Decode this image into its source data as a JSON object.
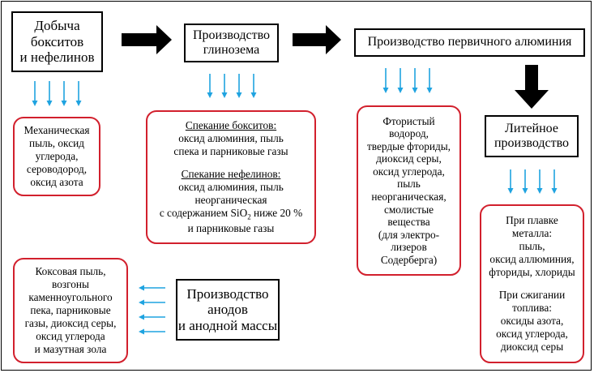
{
  "process_boxes": {
    "mining": [
      "Добыча",
      "бокситов",
      "и нефелинов"
    ],
    "alumina": [
      "Производство",
      "глинозема"
    ],
    "primary_aluminium": [
      "Производство первичного алюминия"
    ],
    "foundry": [
      "Литейное",
      "производство"
    ],
    "anodes": [
      "Производство",
      "анодов",
      "и анодной массы"
    ]
  },
  "emission_boxes": {
    "mining": [
      "Механическая",
      "пыль, оксид",
      "углерода,",
      "сероводород,",
      "оксид азота"
    ],
    "alumina": {
      "bauxite_heading": "Спекание бокситов:",
      "bauxite_lines": [
        "оксид алюминия, пыль",
        "спека и парниковые газы"
      ],
      "nepheline_heading": "Спекание нефелинов:",
      "nepheline_lines": [
        "оксид алюминия, пыль",
        "неорганическая"
      ],
      "sio2_prefix": "с содержанием SiO",
      "sio2_sub": "2",
      "sio2_suffix": " ниже 20 %",
      "last_line": "и парниковые газы"
    },
    "primary_aluminium": [
      "Фтористый",
      "водород,",
      "твердые фториды,",
      "диоксид серы,",
      "оксид углерода,",
      "пыль",
      "неорганическая,",
      "смолистые",
      "вещества",
      "(для электро-",
      "лизеров",
      "Содерберга)"
    ],
    "foundry": {
      "melting_lines": [
        "При плавке",
        "металла:",
        "пыль,",
        "оксид аллюминия,",
        "фториды, хлориды"
      ],
      "fuel_lines": [
        "При сжигании",
        "топлива:",
        "оксиды азота,",
        "оксид углерода,",
        "диоксид серы"
      ]
    },
    "anodes": [
      "Коксовая пыль,",
      "возгоны",
      "каменноугольного",
      "пека, парниковые",
      "газы, диоксид серы,",
      "оксид углерода",
      "и мазутная зола"
    ]
  },
  "colors": {
    "emission_border": "#d2202d",
    "emission_arrow": "#1fa3e0",
    "flow_arrow": "#000000"
  }
}
